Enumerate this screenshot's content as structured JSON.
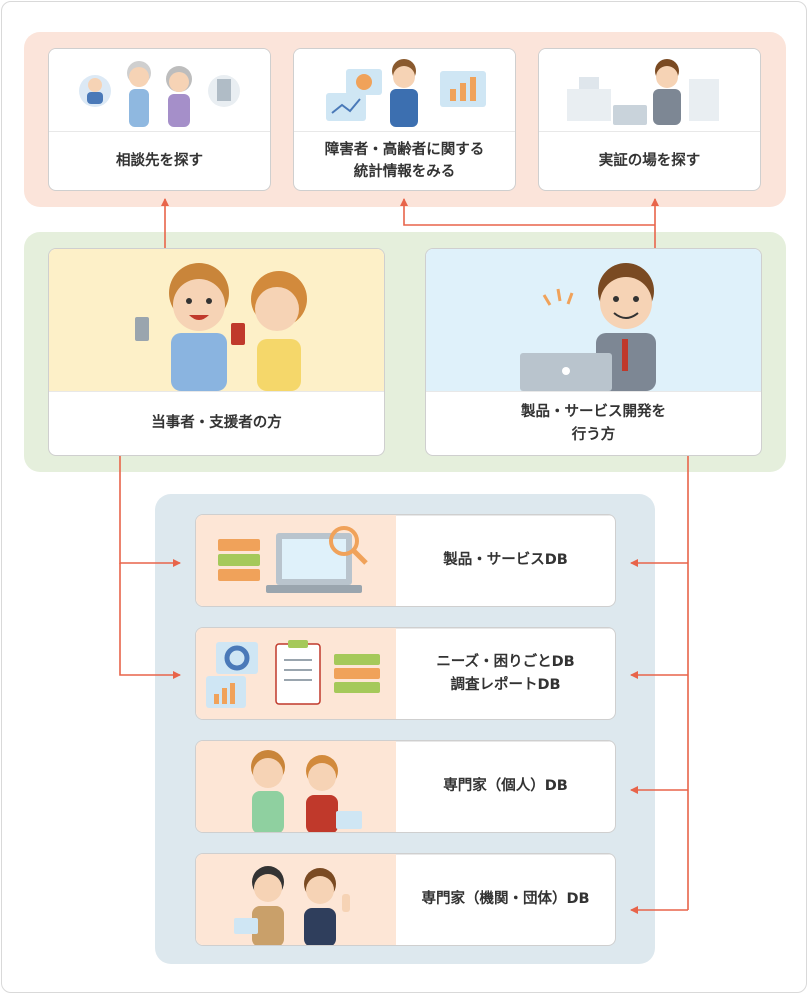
{
  "top": {
    "consult": "相談先を探す",
    "stats": "障害者・高齢者に関する\n統計情報をみる",
    "field": "実証の場を探す"
  },
  "mid": {
    "users": "当事者・支援者の方",
    "developers": "製品・サービス開発を\n行う方"
  },
  "db": {
    "products": "製品・サービスDB",
    "needs": "ニーズ・困りごとDB\n調査レポートDB",
    "expert_person": "専門家（個人）DB",
    "expert_org": "専門家（機関・団体）DB"
  },
  "colors": {
    "arrow": "#e8644a",
    "zone_top": "#fbe4da",
    "zone_mid": "#e5efdc",
    "zone_db": "#dde8ee"
  }
}
